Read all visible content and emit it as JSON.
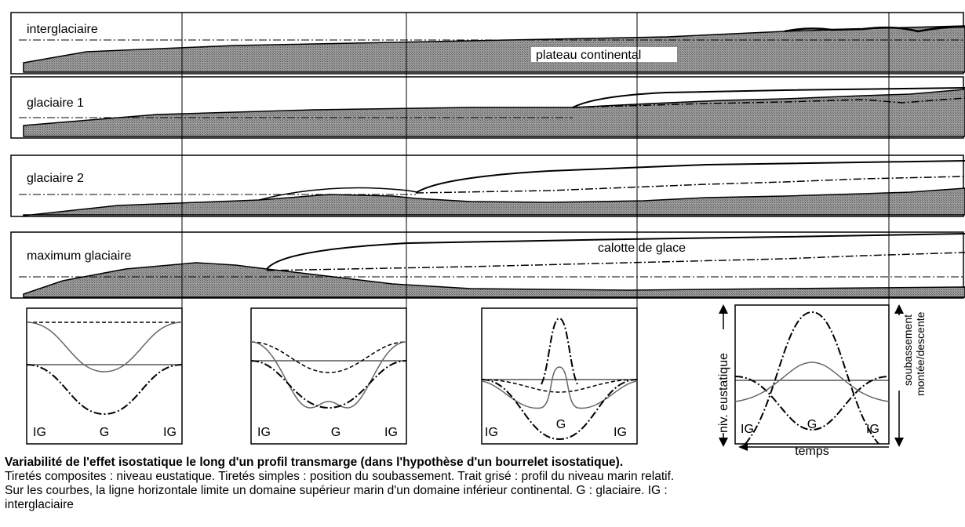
{
  "panels": [
    {
      "label": "interglaciaire"
    },
    {
      "label": "glaciaire 1"
    },
    {
      "label": "glaciaire 2"
    },
    {
      "label": "maximum glaciaire"
    }
  ],
  "annotations": {
    "shelf": "plateau continental",
    "ice": "calotte de glace"
  },
  "small_charts": {
    "ticks": {
      "left": "IG",
      "middle": "G",
      "right": "IG"
    },
    "y_left": "niv. eustatique",
    "y_right_1": "soubassement",
    "y_right_2": "montée/descente",
    "x_axis": "temps"
  },
  "caption": {
    "title": "Variabilité de l'effet isostatique le long d'un profil transmarge (dans l'hypothèse d'un bourrelet isostatique).",
    "line1": "Tiretés composites : niveau eustatique. Tiretés simples : position du soubassement. Trait grisé : profil du niveau marin relatif.",
    "line2": "Sur les courbes, la ligne horizontale limite un domaine supérieur marin d'un domaine inférieur continental. G : glaciaire. IG :",
    "line3": "interglaciaire"
  },
  "colors": {
    "fill": "#8a8a8a",
    "line": "#000000"
  }
}
